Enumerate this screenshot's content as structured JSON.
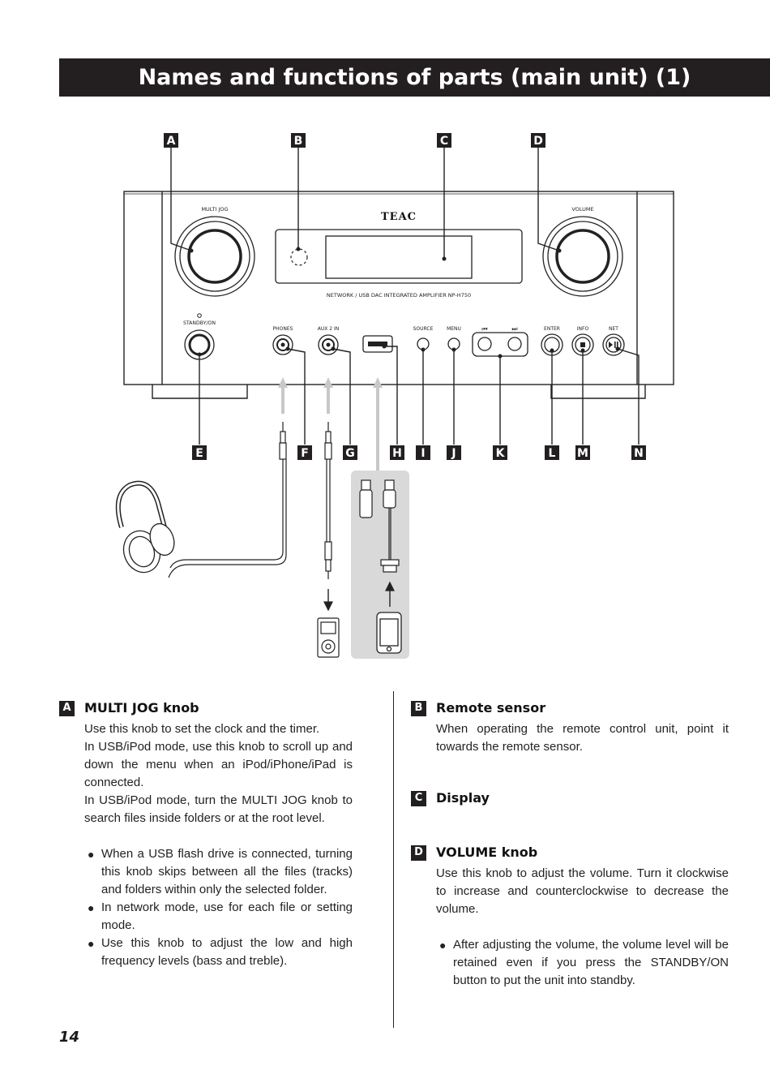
{
  "page": {
    "title": "Names and functions of parts (main unit) (1)",
    "page_number": "14"
  },
  "diagram": {
    "brand": "TEAC",
    "model_text": "NETWORK / USB DAC INTEGRATED AMPLIFIER NP-H750",
    "panel_labels": {
      "multi_jog": "MULTI JOG",
      "volume": "VOLUME",
      "standby": "STANDBY/ON",
      "phones": "PHONES",
      "aux": "AUX 2 IN",
      "source": "SOURCE",
      "menu": "MENU",
      "prev": "⏮",
      "next": "⏭",
      "enter": "ENTER",
      "info": "INFO",
      "net": "NET"
    },
    "top_callouts": [
      "A",
      "B",
      "C",
      "D"
    ],
    "bottom_callouts": [
      "E",
      "F",
      "G",
      "H",
      "I",
      "J",
      "K",
      "L",
      "M",
      "N"
    ]
  },
  "sections": {
    "a": {
      "letter": "A",
      "title": "MULTI JOG knob",
      "paragraphs": [
        "Use this knob to set the clock and the timer.",
        "In USB/iPod mode, use this knob to scroll up and down the menu when an iPod/iPhone/iPad is connected.",
        "In USB/iPod mode, turn the MULTI JOG knob to search files inside folders or at the root level."
      ],
      "bullets": [
        "When a USB flash drive is connected, turning this knob skips between all the files (tracks) and folders within only the selected folder.",
        "In network mode, use for each file or setting mode.",
        "Use this knob to adjust the low and high frequency levels (bass and treble)."
      ]
    },
    "b": {
      "letter": "B",
      "title": "Remote sensor",
      "paragraphs": [
        "When operating the remote control unit, point it towards the remote sensor."
      ]
    },
    "c": {
      "letter": "C",
      "title": "Display"
    },
    "d": {
      "letter": "D",
      "title": "VOLUME knob",
      "paragraphs": [
        "Use this knob to adjust the volume. Turn it clockwise to increase and counterclockwise to decrease the volume."
      ],
      "bullets": [
        "After adjusting the volume, the volume level will be retained even if you press the STANDBY/ON button to put the unit into standby."
      ]
    }
  }
}
